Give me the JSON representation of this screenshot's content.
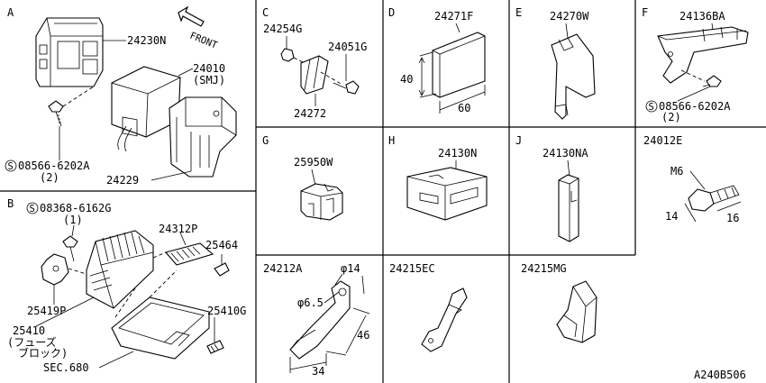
{
  "sections": {
    "A": "A",
    "B": "B",
    "C": "C",
    "D": "D",
    "E": "E",
    "F": "F",
    "G": "G",
    "H": "H",
    "J": "J"
  },
  "labels": {
    "front": "FRONT",
    "p24230N": "24230N",
    "p24010": "24010",
    "smj": "(SMJ)",
    "p24229": "24229",
    "screwA": "08566-6202A",
    "screwA_qty": "(2)",
    "screwB": "08368-6162G",
    "screwB_qty": "(1)",
    "p24312P": "24312P",
    "p25464": "25464",
    "p25419P": "25419P",
    "p25410": "25410",
    "fuse1": "(フューズ",
    "fuse2": "ブロック)",
    "p25410G": "25410G",
    "sec680": "SEC.680",
    "p24254G": "24254G",
    "p24051G": "24051G",
    "p24272": "24272",
    "p24271F": "24271F",
    "dimD40": "40",
    "dimD60": "60",
    "p24270W": "24270W",
    "p24136BA": "24136BA",
    "screwF": "08566-6202A",
    "screwF_qty": "(2)",
    "p25950W": "25950W",
    "p24130N": "24130N",
    "p24130NA": "24130NA",
    "p24012E": "24012E",
    "m6": "M6",
    "dim14": "14",
    "dim16": "16",
    "p24212A": "24212A",
    "phi14": "φ14",
    "phi65": "φ6.5",
    "dim46": "46",
    "dim34": "34",
    "p24215EC": "24215EC",
    "p24215MG": "24215MG",
    "s_mark": "S",
    "ref": "A240B506"
  }
}
